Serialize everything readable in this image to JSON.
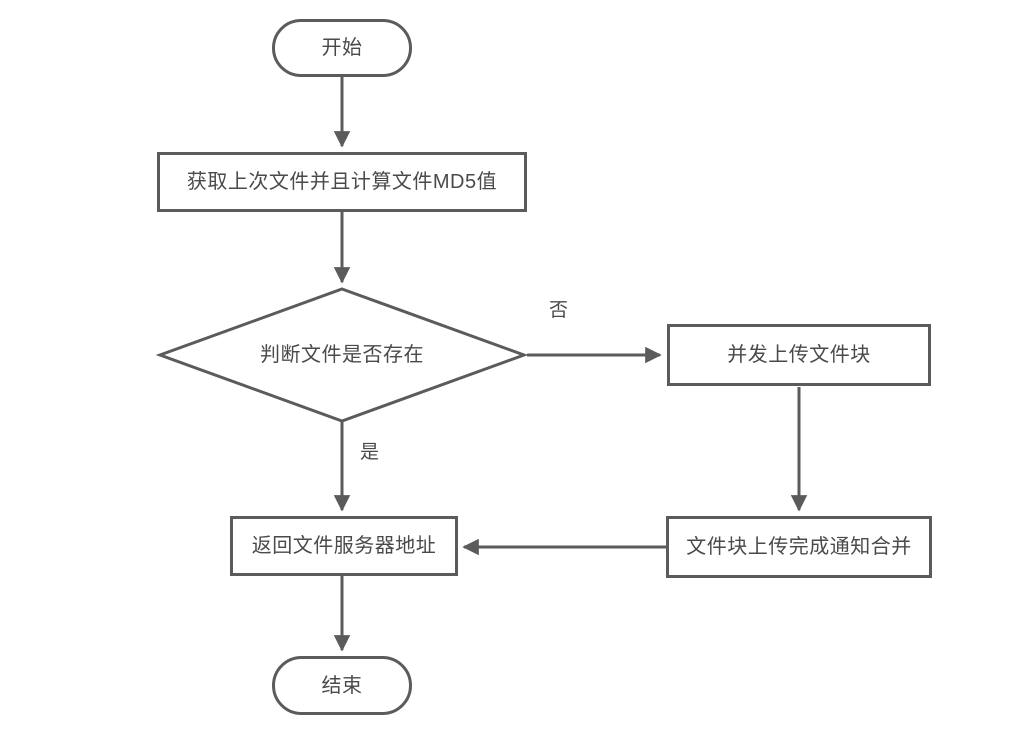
{
  "canvas": {
    "background": "#ffffff",
    "stroke_color": "#5b5b5b",
    "text_color": "#4a4a4a"
  },
  "flowchart": {
    "title": "file-upload-flowchart",
    "nodes": [
      {
        "id": "start",
        "type": "terminator",
        "label": "开始"
      },
      {
        "id": "compute_md5",
        "type": "process",
        "label": "获取上次文件并且计算文件MD5值"
      },
      {
        "id": "file_exists",
        "type": "decision",
        "label": "判断文件是否存在"
      },
      {
        "id": "concurrent_upload",
        "type": "process",
        "label": "并发上传文件块"
      },
      {
        "id": "return_address",
        "type": "process",
        "label": "返回文件服务器地址"
      },
      {
        "id": "notify_merge",
        "type": "process",
        "label": "文件块上传完成通知合并"
      },
      {
        "id": "end",
        "type": "terminator",
        "label": "结束"
      }
    ],
    "edges": [
      {
        "from": "start",
        "to": "compute_md5",
        "label": ""
      },
      {
        "from": "compute_md5",
        "to": "file_exists",
        "label": ""
      },
      {
        "from": "file_exists",
        "to": "concurrent_upload",
        "label": "否"
      },
      {
        "from": "file_exists",
        "to": "return_address",
        "label": "是"
      },
      {
        "from": "concurrent_upload",
        "to": "notify_merge",
        "label": ""
      },
      {
        "from": "notify_merge",
        "to": "return_address",
        "label": ""
      },
      {
        "from": "return_address",
        "to": "end",
        "label": ""
      }
    ]
  }
}
